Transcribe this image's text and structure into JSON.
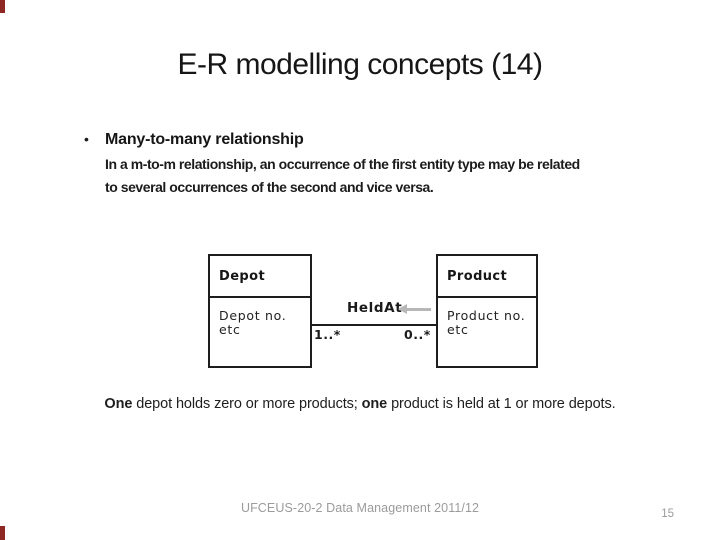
{
  "slide": {
    "title": "E-R modelling concepts (14)",
    "bullet": {
      "marker": "•",
      "heading": "Many-to-many relationship",
      "body": "In a m-to-m relationship, an occurrence of the first entity type may be related to several occurrences of the second and vice versa."
    },
    "diagram": {
      "entities": [
        {
          "name": "Depot",
          "attributes": [
            "Depot no.",
            "etc"
          ]
        },
        {
          "name": "Product",
          "attributes": [
            "Product no.",
            "etc"
          ]
        }
      ],
      "relationship": {
        "label": "HeldAt",
        "left_cardinality": "1..*",
        "right_cardinality": "0..*",
        "arrow_direction": "left"
      }
    },
    "caption": {
      "parts": [
        {
          "text": "One",
          "bold": true
        },
        {
          "text": " depot holds zero or more products; ",
          "bold": false
        },
        {
          "text": "one",
          "bold": true
        },
        {
          "text": " product is held at 1 or more depots.",
          "bold": false
        }
      ]
    },
    "footer": {
      "text": "UFCEUS-20-2 Data Management 2011/12",
      "page": "15"
    },
    "colors": {
      "accent_red": "#8f2824",
      "text": "#1b1b1b",
      "muted_gray": "#9b9b9b",
      "arrow_gray": "#b7b7b7"
    }
  }
}
